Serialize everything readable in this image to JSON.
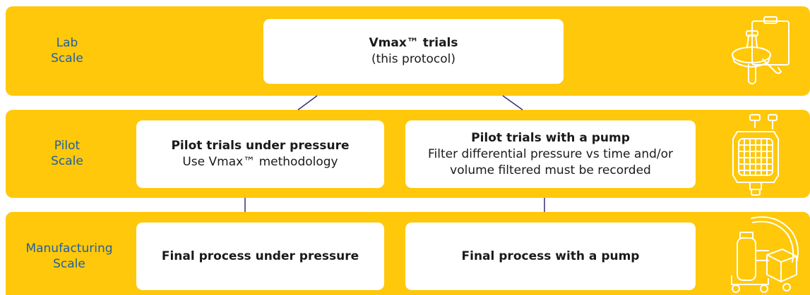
{
  "levels": {
    "lab": {
      "label_line1": "Lab",
      "label_line2": "Scale"
    },
    "pilot": {
      "label_line1": "Pilot",
      "label_line2": "Scale"
    },
    "manufacturing": {
      "label_line1": "Manufacturing",
      "label_line2": "Scale"
    }
  },
  "boxes": {
    "vmax": {
      "title": "Vmax™ trials",
      "subtitle": "(this protocol)"
    },
    "pilot_pressure": {
      "title": "Pilot trials under pressure",
      "subtitle": "Use Vmax™ methodology"
    },
    "pilot_pump": {
      "title": "Pilot trials with a pump",
      "line2": "Filter differential pressure vs time and/or",
      "line3": "volume filtered must be recorded"
    },
    "final_pressure": {
      "title": "Final process under pressure"
    },
    "final_pump": {
      "title": "Final process with a pump"
    }
  },
  "icons": [
    "filter-on-clipboard-icon",
    "pilot-filter-capsule-icon",
    "manufacturing-filter-cart-icon"
  ],
  "colors": {
    "band": "#ffc80a",
    "label": "#1f5fa6",
    "connector": "#3d2a7a",
    "icon_stroke": "#ffffff"
  }
}
